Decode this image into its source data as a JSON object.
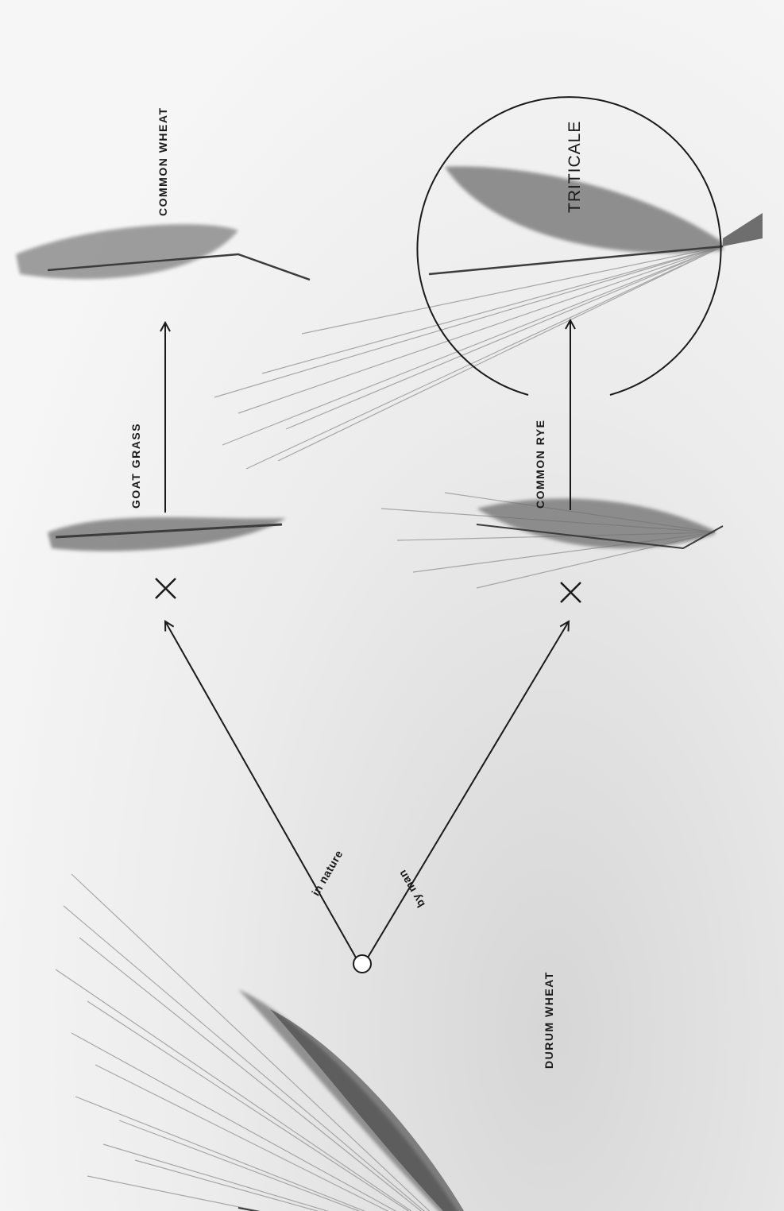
{
  "labels": {
    "durum_wheat": "DURUM WHEAT",
    "goat_grass": "GOAT GRASS",
    "common_wheat": "COMMON WHEAT",
    "common_rye": "COMMON RYE",
    "triticale": "TRITICALE",
    "in_nature": "in nature",
    "by_man": "by man"
  },
  "symbols": {
    "cross": "×"
  },
  "colors": {
    "ink": "#1a1a1a",
    "spike": "#6e6e6e",
    "spike_dark": "#3c3c3c",
    "awn": "#9a9a9a"
  }
}
